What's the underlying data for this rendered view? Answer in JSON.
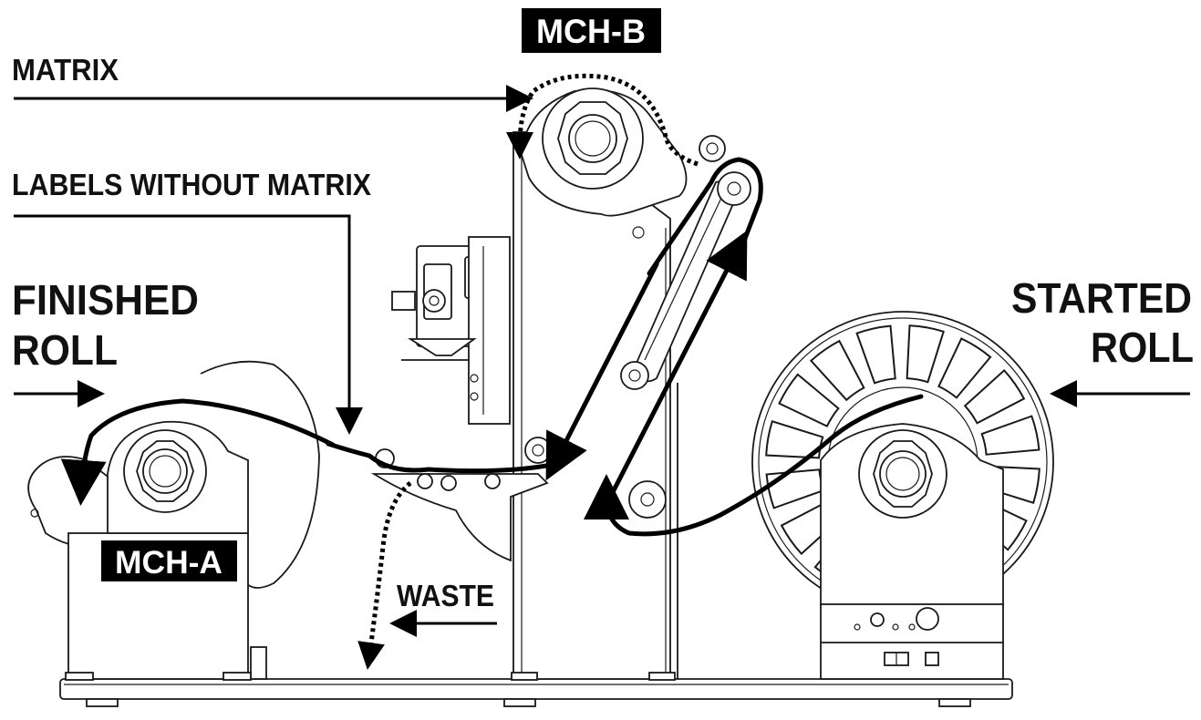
{
  "labels": {
    "matrix": "MATRIX",
    "labels_without_matrix": "LABELS WITHOUT MATRIX",
    "finished_line1": "FINISHED",
    "finished_line2": "ROLL",
    "started_line1": "STARTED",
    "started_line2": "ROLL",
    "waste": "WASTE",
    "mch_a": "MCH-A",
    "mch_b": "MCH-B"
  },
  "colors": {
    "line": "#000000",
    "badge_background": "#000000",
    "badge_text": "#ffffff"
  }
}
